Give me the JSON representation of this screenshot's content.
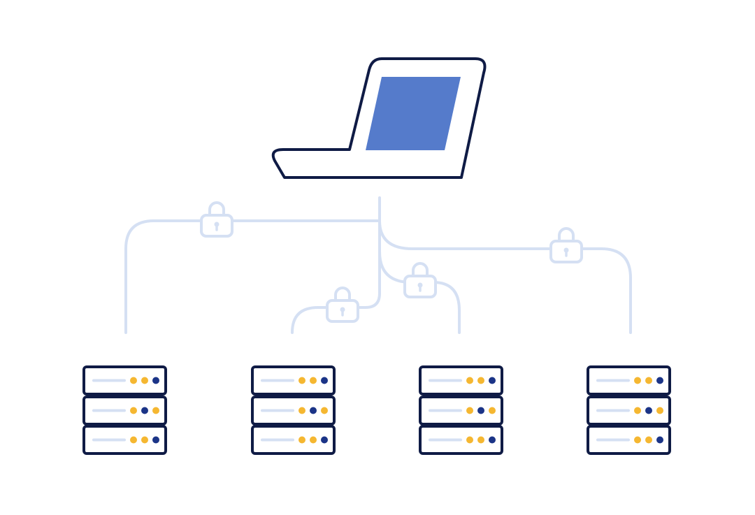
{
  "colors": {
    "background": "#ffffff",
    "outline": "#0f1b45",
    "screen": "#557bcb",
    "connection": "#d5e0f3",
    "led_yellow": "#f5b731",
    "led_navy": "#1b3487",
    "slot_line": "#d5e0f3"
  },
  "laptop": {
    "icon": "laptop-icon"
  },
  "connections": [
    {
      "target_server": 1,
      "lock_icon": "padlock-icon"
    },
    {
      "target_server": 2,
      "lock_icon": "padlock-icon"
    },
    {
      "target_server": 3,
      "lock_icon": "padlock-icon"
    },
    {
      "target_server": 4,
      "lock_icon": "padlock-icon"
    }
  ],
  "servers": [
    {
      "icon": "server-rack-icon",
      "units": [
        {
          "leds": [
            "yellow",
            "yellow",
            "navy"
          ]
        },
        {
          "leds": [
            "yellow",
            "navy",
            "yellow"
          ]
        },
        {
          "leds": [
            "yellow",
            "yellow",
            "navy"
          ]
        }
      ]
    },
    {
      "icon": "server-rack-icon",
      "units": [
        {
          "leds": [
            "yellow",
            "yellow",
            "navy"
          ]
        },
        {
          "leds": [
            "yellow",
            "navy",
            "yellow"
          ]
        },
        {
          "leds": [
            "yellow",
            "yellow",
            "navy"
          ]
        }
      ]
    },
    {
      "icon": "server-rack-icon",
      "units": [
        {
          "leds": [
            "yellow",
            "yellow",
            "navy"
          ]
        },
        {
          "leds": [
            "yellow",
            "navy",
            "yellow"
          ]
        },
        {
          "leds": [
            "yellow",
            "yellow",
            "navy"
          ]
        }
      ]
    },
    {
      "icon": "server-rack-icon",
      "units": [
        {
          "leds": [
            "yellow",
            "yellow",
            "navy"
          ]
        },
        {
          "leds": [
            "yellow",
            "navy",
            "yellow"
          ]
        },
        {
          "leds": [
            "yellow",
            "yellow",
            "navy"
          ]
        }
      ]
    }
  ]
}
